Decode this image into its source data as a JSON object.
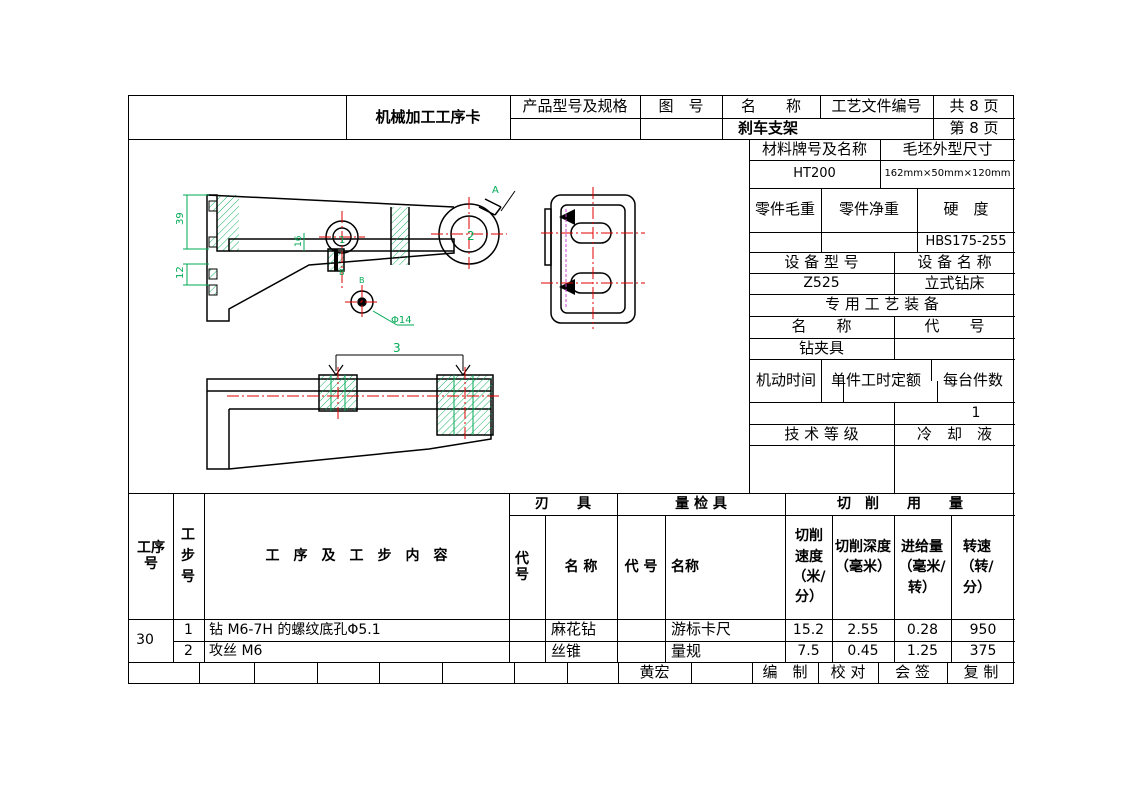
{
  "header": {
    "card_title": "机械加工工序卡",
    "product_model_label": "产品型号及规格",
    "drawing_no_label": "图　号",
    "name_label": "名　　称",
    "process_doc_no_label": "工艺文件编号",
    "total_pages": "共 8 页",
    "part_name": "刹车支架",
    "page_no": "第 8 页"
  },
  "side": {
    "material_label": "材料牌号及名称",
    "blank_size_label": "毛坯外型尺寸",
    "material": "HT200",
    "blank_size": "162mm×50mm×120mm",
    "gross_weight_label": "零件毛重",
    "net_weight_label": "零件净重",
    "hardness_label": "硬　度",
    "hardness": "HBS175-255",
    "equip_model_label": "设 备 型 号",
    "equip_name_label": "设 备 名 称",
    "equip_model": "Z525",
    "equip_name": "立式钻床",
    "fixture_header": "专 用 工 艺 装 备",
    "fixture_name_label": "名　　称",
    "fixture_code_label": "代　　号",
    "fixture_name": "钻夹具",
    "machine_time_label": "机动时间",
    "unit_time_label": "单件工时定额",
    "per_unit_label": "每台件数",
    "per_unit": "1",
    "tech_grade_label": "技 术 等 级",
    "coolant_label": "冷　却　液"
  },
  "drawing": {
    "dim_39": "39",
    "dim_12": "12",
    "dim_16": "16",
    "dim_phi14": "Φ14",
    "view_a": "A",
    "view_b": "B",
    "mark_1": "1",
    "mark_2": "2",
    "mark_3": "3"
  },
  "table": {
    "process_no_label": "工序号",
    "step_no_label": "工步号",
    "content_label": "工　序　及　工　步　内　容",
    "cutter_label": "刃　　具",
    "gauge_label": "量 检 具",
    "cutting_label": "切　削　　用　　量",
    "cutter_code_label": "代号",
    "cutter_name_label": "名 称",
    "gauge_code_label": "代 号",
    "gauge_name_label": "名称",
    "speed_label": "切削速度（米/分）",
    "depth_label": "切削深度（毫米）",
    "feed_label": "进给量（毫米/转）",
    "rpm_label": "转速（转/分）",
    "process_no": "30",
    "rows": [
      {
        "step": "1",
        "content": "钻 M6-7H 的螺纹底孔Φ5.1",
        "cutter": "麻花钻",
        "gauge": "游标卡尺",
        "speed": "15.2",
        "depth": "2.55",
        "feed": "0.28",
        "rpm": "950"
      },
      {
        "step": "2",
        "content": "攻丝 M6",
        "cutter": "丝锥",
        "gauge": "量规",
        "speed": "7.5",
        "depth": "0.45",
        "feed": "1.25",
        "rpm": "375"
      }
    ]
  },
  "footer": {
    "author": "黄宏",
    "compile_label": "编　制",
    "check_label": "校 对",
    "sign_label": "会 签",
    "review_label": "复 制"
  }
}
